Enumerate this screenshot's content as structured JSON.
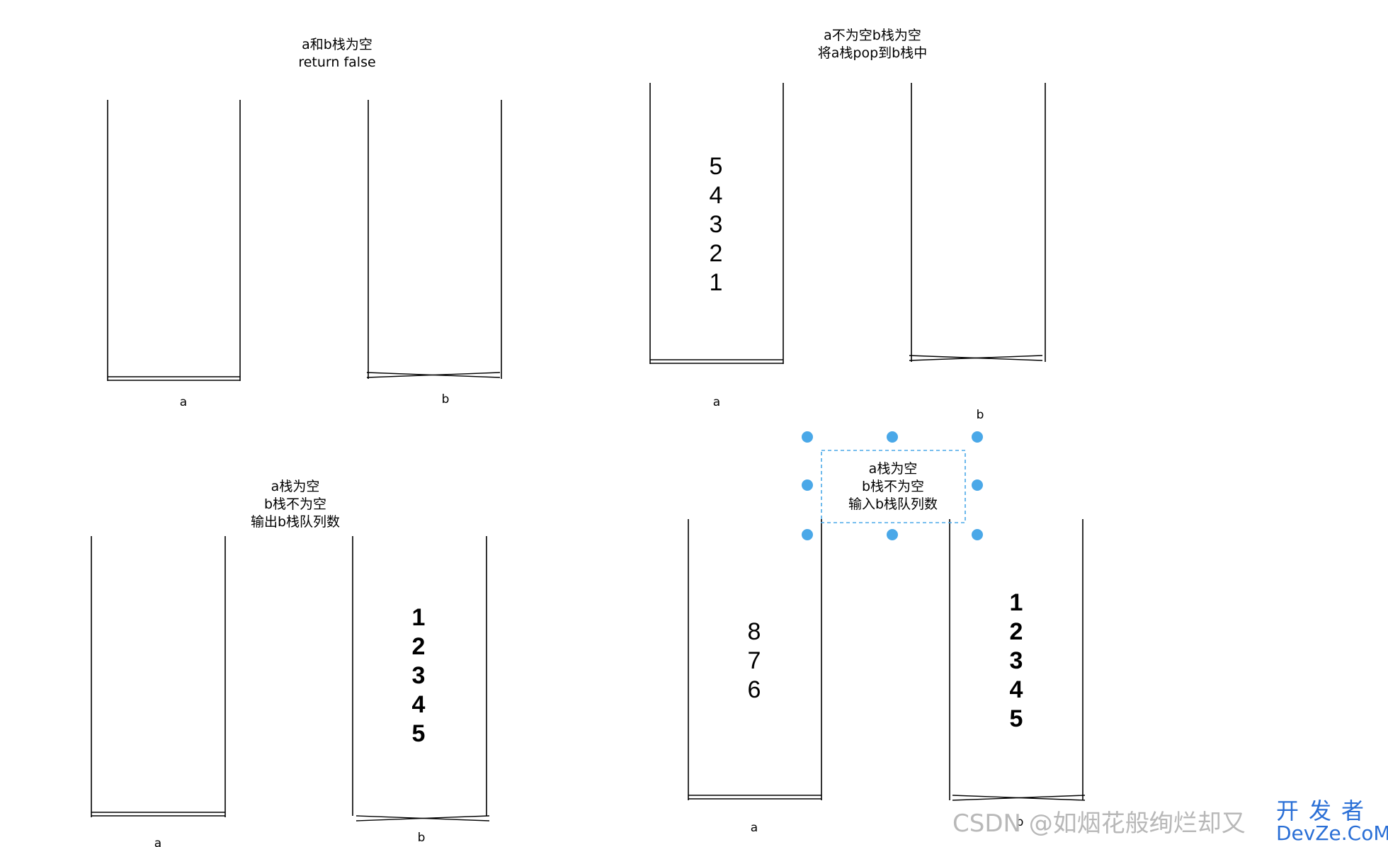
{
  "panels": [
    {
      "caption": [
        "a和b栈为空",
        "return false"
      ],
      "stack_a": {
        "label": "a",
        "items": [],
        "bold": false
      },
      "stack_b": {
        "label": "b",
        "items": [],
        "bold": false
      }
    },
    {
      "caption": [
        "a不为空b栈为空",
        "将a栈pop到b栈中"
      ],
      "stack_a": {
        "label": "a",
        "items": [
          "5",
          "4",
          "3",
          "2",
          "1"
        ],
        "bold": false
      },
      "stack_b": {
        "label": "b",
        "items": [],
        "bold": false
      }
    },
    {
      "caption": [
        "a栈为空",
        "b栈不为空",
        "输出b栈队列数"
      ],
      "stack_a": {
        "label": "a",
        "items": [],
        "bold": false
      },
      "stack_b": {
        "label": "b",
        "items": [
          "1",
          "2",
          "3",
          "4",
          "5"
        ],
        "bold": true
      }
    },
    {
      "caption": [
        "a栈为空",
        "b栈不为空",
        "输入b栈队列数"
      ],
      "stack_a": {
        "label": "a",
        "items": [
          "8",
          "7",
          "6"
        ],
        "bold": false
      },
      "stack_b": {
        "label": "b",
        "items": [
          "1",
          "2",
          "3",
          "4",
          "5"
        ],
        "bold": true
      }
    }
  ],
  "watermark": {
    "csdn": "CSDN @如烟花般绚烂却又",
    "brand_top": "开发者",
    "brand_bottom": "DevZe.CoM"
  },
  "colors": {
    "selection": "#4aa8e8",
    "line": "#000000"
  }
}
